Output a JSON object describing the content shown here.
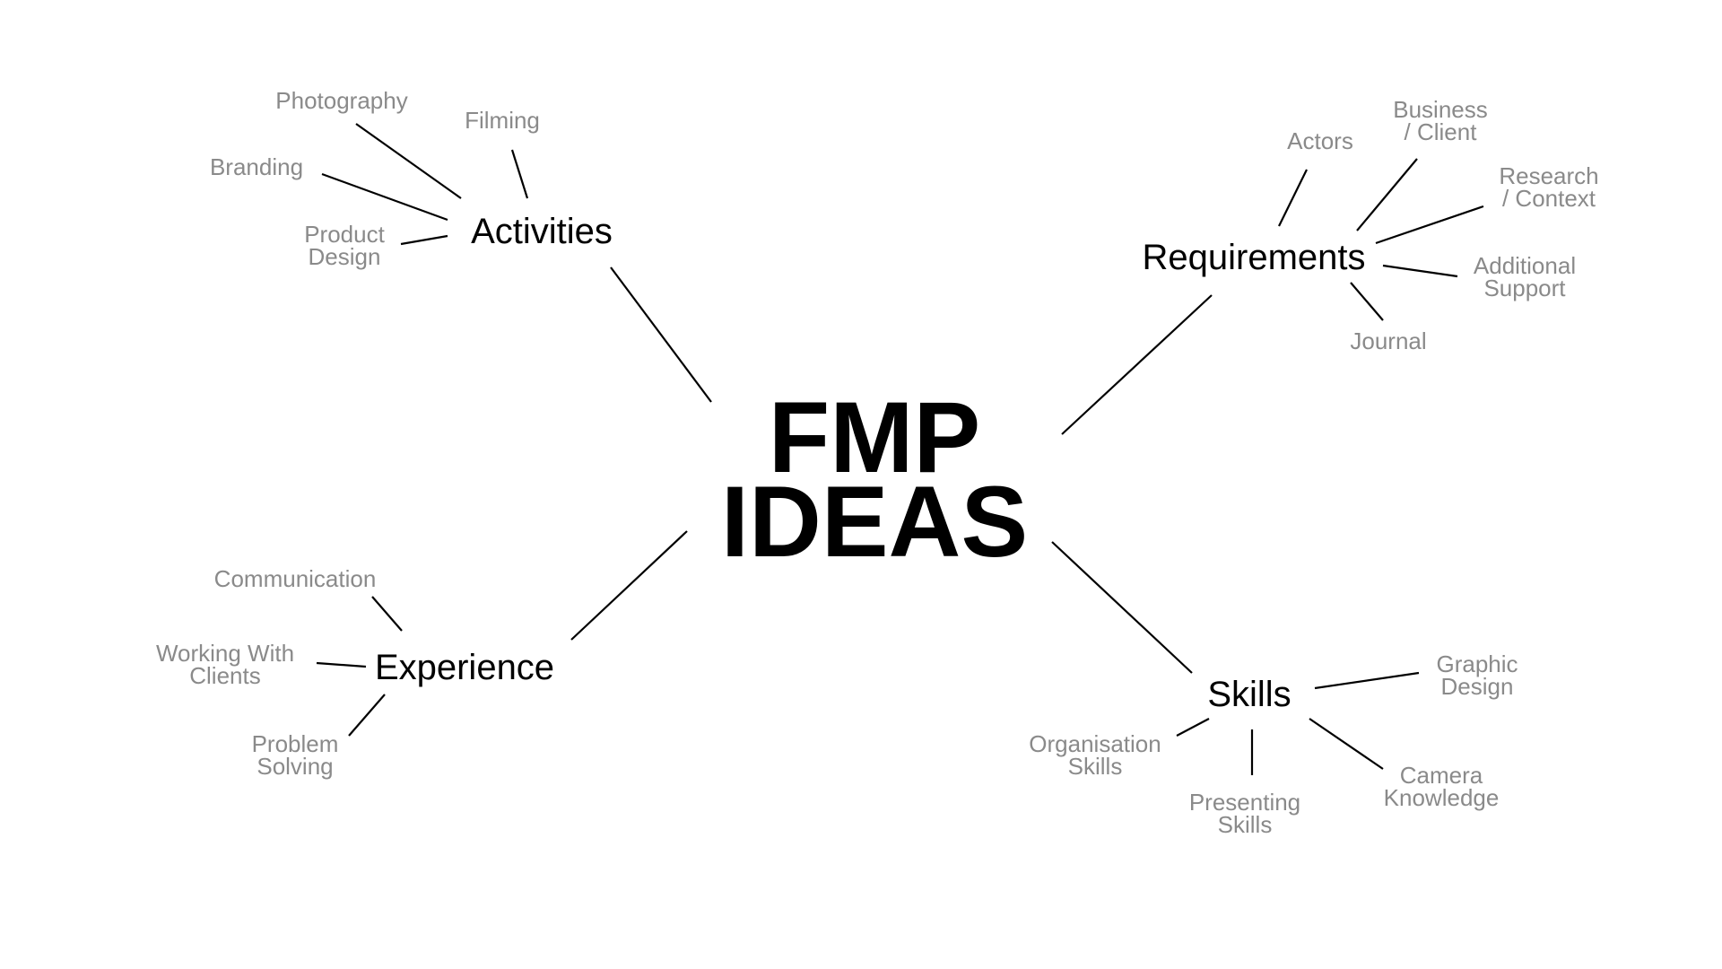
{
  "diagram": {
    "center": {
      "title": "FMP\nIDEAS"
    },
    "branches": {
      "activities": {
        "label": "Activities",
        "leaves": {
          "photography": "Photography",
          "filming": "Filming",
          "branding": "Branding",
          "product_design": "Product\nDesign"
        }
      },
      "requirements": {
        "label": "Requirements",
        "leaves": {
          "actors": "Actors",
          "business_client": "Business\n/ Client",
          "research_context": "Research\n/ Context",
          "additional_support": "Additional\nSupport",
          "journal": "Journal"
        }
      },
      "experience": {
        "label": "Experience",
        "leaves": {
          "communication": "Communication",
          "working_with_clients": "Working With\nClients",
          "problem_solving": "Problem\nSolving"
        }
      },
      "skills": {
        "label": "Skills",
        "leaves": {
          "graphic_design": "Graphic\nDesign",
          "organisation_skills": "Organisation\nSkills",
          "presenting_skills": "Presenting\nSkills",
          "camera_knowledge": "Camera\nKnowledge"
        }
      }
    },
    "colors": {
      "main_text": "#000000",
      "leaf_text": "#8a8a8a",
      "connector": "#000000",
      "background": "#ffffff"
    }
  }
}
